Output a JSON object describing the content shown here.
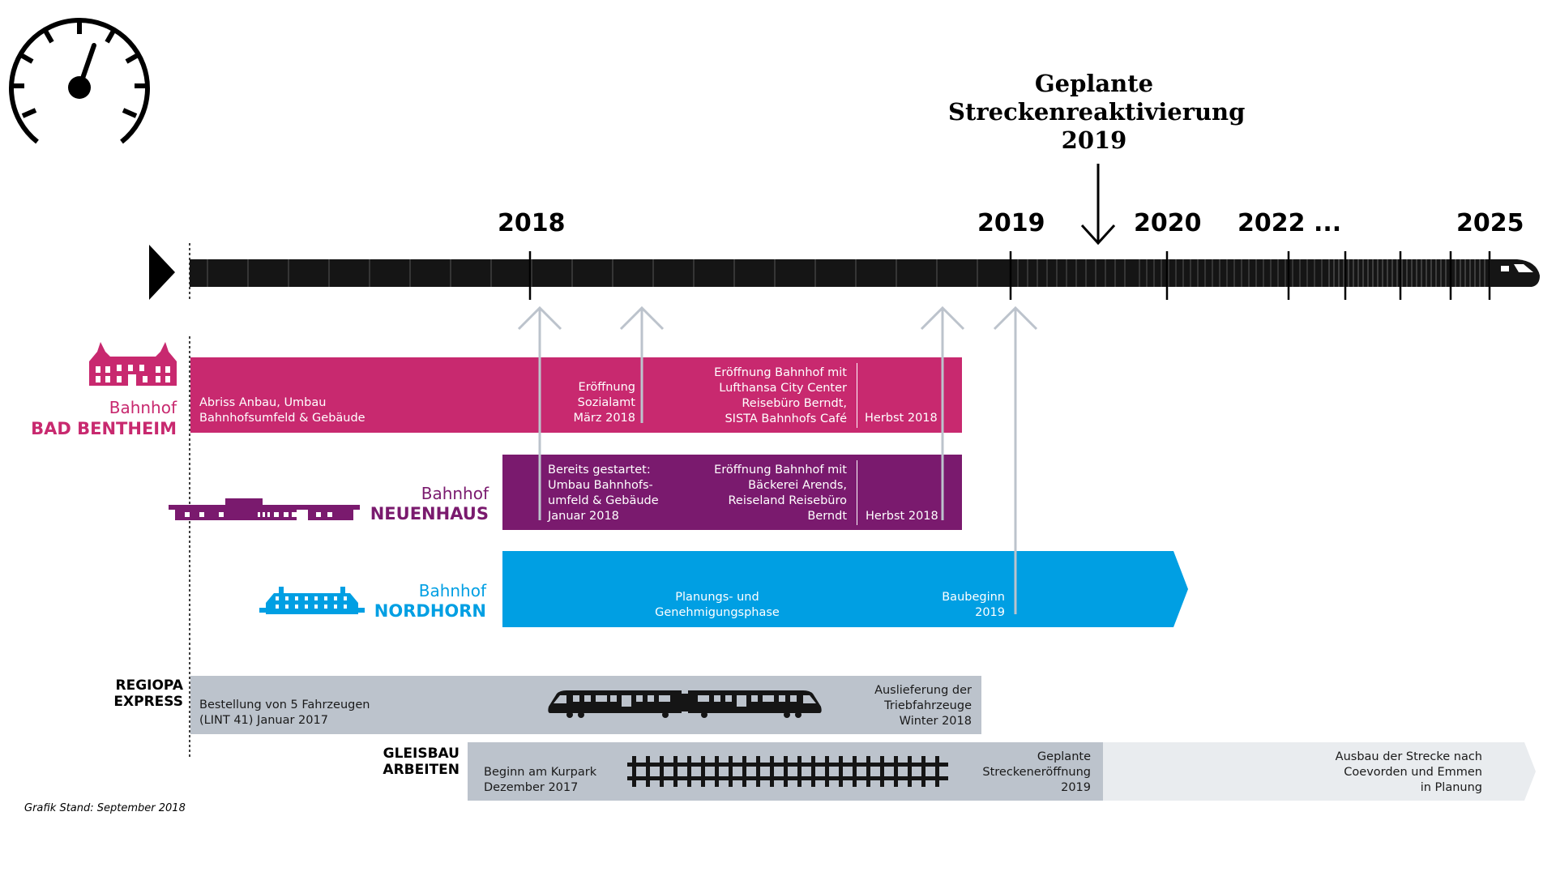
{
  "headline": [
    "Geplante",
    "Streckenreaktivierung",
    "2019"
  ],
  "timeline": {
    "years": [
      "2018",
      "2019",
      "2020",
      "2022 ...",
      "2025"
    ]
  },
  "bad_bentheim": {
    "label_small": "Bahnhof",
    "label_big": "BAD BENTHEIM",
    "color": "#c8296f",
    "text1": [
      "Abriss Anbau, Umbau",
      "Bahnhofsumfeld & Gebäude"
    ],
    "text2": [
      "Eröffnung",
      "Sozialamt",
      "März 2018"
    ],
    "text3": [
      "Eröffnung Bahnhof mit",
      "Lufthansa City Center",
      "Reisebüro Berndt,",
      "SISTA Bahnhofs Café"
    ],
    "text4": "Herbst 2018"
  },
  "neuenhaus": {
    "label_small": "Bahnhof",
    "label_big": "NEUENHAUS",
    "color": "#7a1a6e",
    "text1": [
      "Bereits gestartet:",
      "Umbau Bahnhofs-",
      "umfeld & Gebäude",
      "Januar 2018"
    ],
    "text2": [
      "Eröffnung Bahnhof mit",
      "Bäckerei Arends,",
      "Reiseland Reisebüro",
      "Berndt"
    ],
    "text3": "Herbst 2018"
  },
  "nordhorn": {
    "label_small": "Bahnhof",
    "label_big": "NORDHORN",
    "color": "#009fe3",
    "text1": [
      "Planungs- und",
      "Genehmigungsphase"
    ],
    "text2": [
      "Baubeginn",
      "2019"
    ]
  },
  "regiopa": {
    "label": [
      "REGIOPA",
      "EXPRESS"
    ],
    "color": "#bcc3cc",
    "text1": [
      "Bestellung von 5 Fahrzeugen",
      "(LINT 41)  Januar 2017"
    ],
    "text2": [
      "Auslieferung der",
      "Triebfahrzeuge",
      "Winter 2018"
    ]
  },
  "gleisbau": {
    "label": [
      "GLEISBAU",
      "ARBEITEN"
    ],
    "color": "#bcc3cc",
    "color_light": "#e9ecef",
    "text1": [
      "Beginn am Kurpark",
      "Dezember 2017"
    ],
    "text2": [
      "Geplante",
      "Streckeneröffnung",
      "2019"
    ],
    "text3": [
      "Ausbau der Strecke nach",
      "Coevorden und Emmen",
      "in Planung"
    ]
  },
  "footnote": "Grafik Stand: September 2018",
  "icons": [
    "speedometer-icon",
    "train-head-icon",
    "station-bad-bentheim-icon",
    "station-neuenhaus-icon",
    "station-nordhorn-icon",
    "train-lint41-icon",
    "track-icon"
  ]
}
